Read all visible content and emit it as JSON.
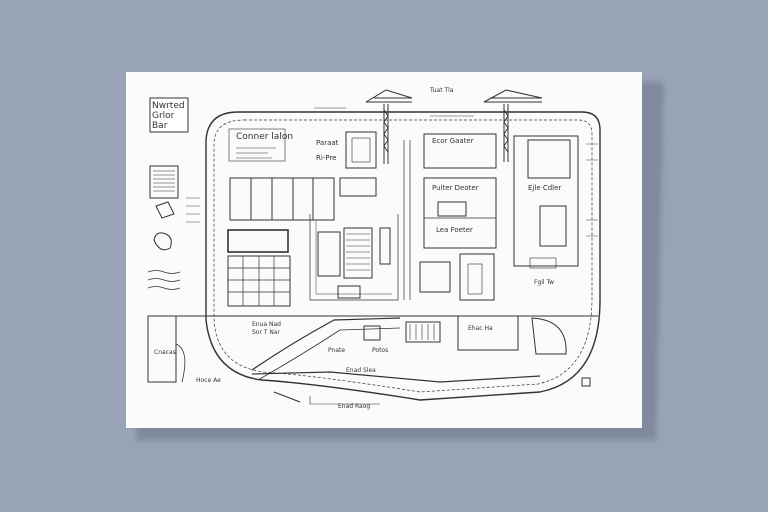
{
  "site_plan": {
    "legend_title": [
      "Nwrted",
      "Grlor",
      "Bar"
    ],
    "site_title": "Conner lalon",
    "labels": {
      "parcel": "Paraat",
      "entry": "Ri-Pre",
      "zone_ne": "Ecor Gaater",
      "zone_mid": "Pulter Deoter",
      "zone_bottom": "Lea Foeter",
      "east_block": "Ejle Cdler",
      "east_low": "Fgil Tw",
      "crane_note": "Tuat Tla",
      "sw_note_1": "Enua Nad",
      "sw_note_2": "Sor T Nar",
      "bottom_road": "Enad Slea",
      "bottom_center": "Enad Raog",
      "road_left": "Pnate",
      "road_left2": "Potos",
      "south_east": "Ehac Ha",
      "left_mark": "Cnacas",
      "left_mark2": "Hoce Ae"
    }
  }
}
